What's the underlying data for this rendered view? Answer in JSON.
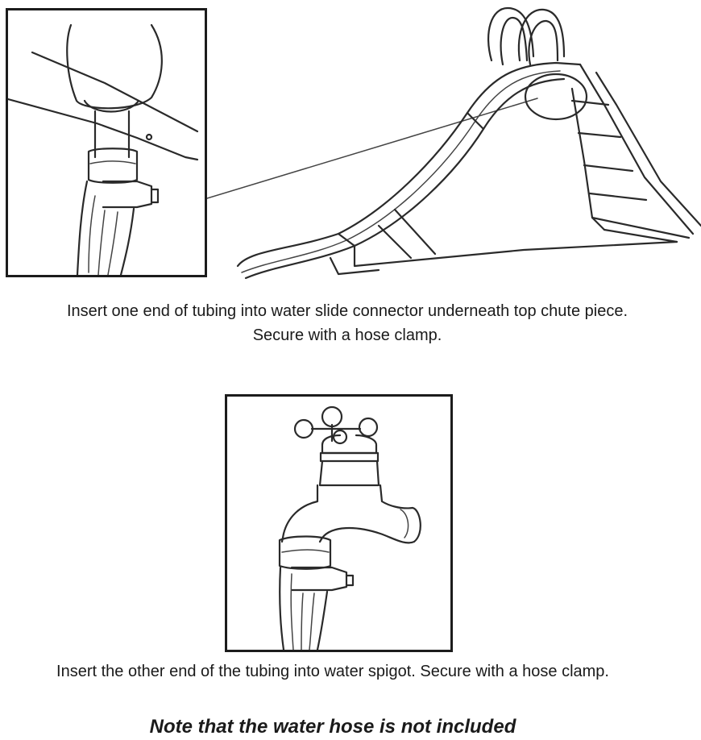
{
  "step1": {
    "caption_line1": "Insert one end of tubing into water slide connector underneath top chute piece.",
    "caption_line2": "Secure with a hose clamp."
  },
  "step2": {
    "caption": "Insert the other end of the tubing into water spigot. Secure with a hose clamp."
  },
  "note": "Note that the water hose is not included",
  "icons": [
    "hose-connector-detail",
    "water-slide",
    "water-spigot"
  ]
}
